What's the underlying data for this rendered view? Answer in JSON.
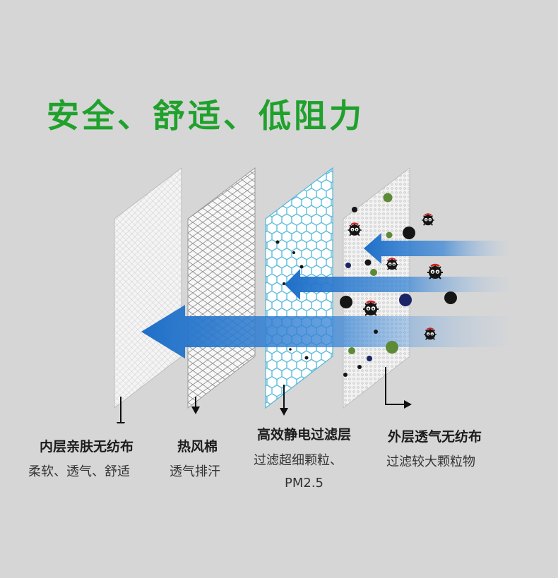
{
  "headline": "安全、舒适、低阻力",
  "layers": [
    {
      "title": "内层亲肤无纺布",
      "desc": "柔软、透气、舒适"
    },
    {
      "title": "热风棉",
      "desc": "透气排汗"
    },
    {
      "title": "高效静电过滤层",
      "desc": "过滤超细颗粒、",
      "desc2": "PM2.5"
    },
    {
      "title": "外层透气无纺布",
      "desc": "过滤较大颗粒物"
    }
  ],
  "colors": {
    "headline": "#1fa12c",
    "arrow": "#1e6fc8",
    "filter_hex": "#4fb7d9",
    "particle_green": "#5c8a35",
    "particle_navy": "#1b2466",
    "particle_black": "#151515",
    "background": "#d6d6d6"
  },
  "icons": [
    "germ-icon",
    "particle-icon",
    "flow-arrow-icon",
    "pointer-arrow-icon"
  ]
}
